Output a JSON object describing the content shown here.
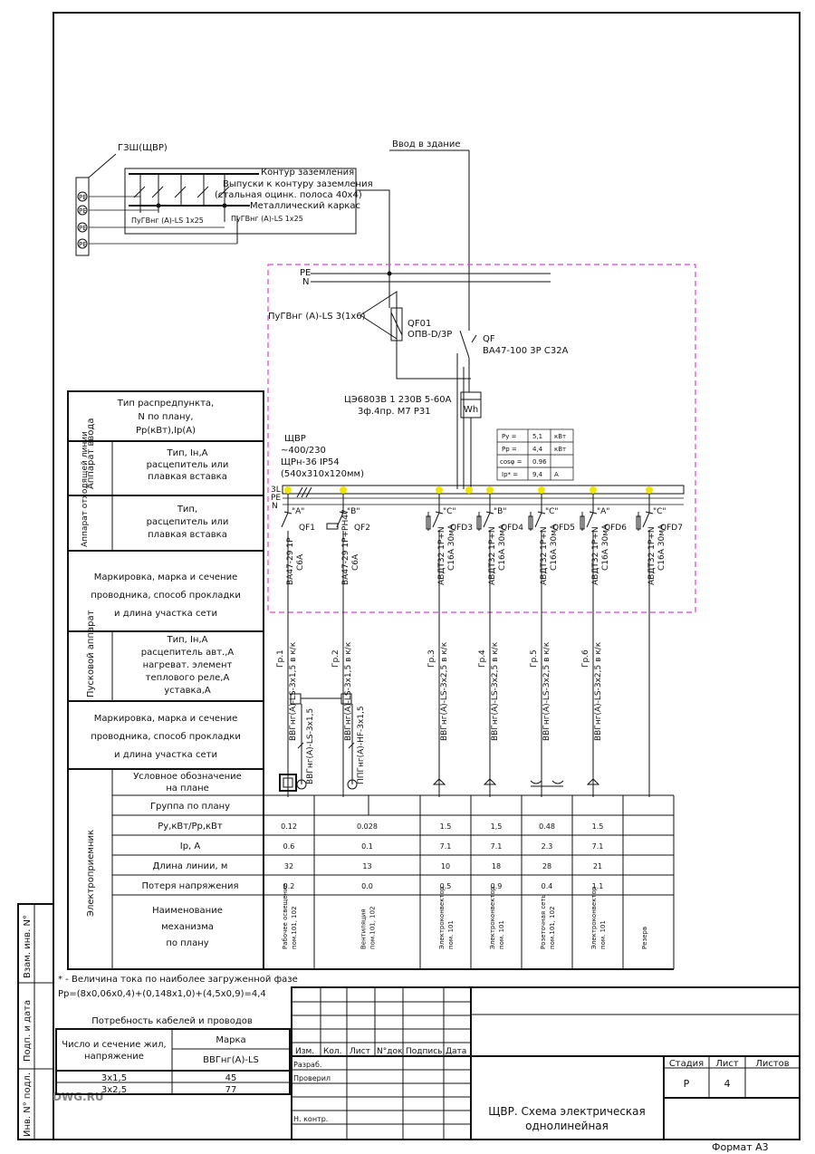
{
  "frame": {
    "format_label": "Формат А3",
    "watermark": "DWG.RU",
    "left_strip": [
      "Инв. N° подл.",
      "Подп. и дата",
      "Взам. инв. N°"
    ]
  },
  "grounding": {
    "title": "ГЗШ(ЩВР)",
    "contour": "Контур заземления",
    "outlets": "Выпуски к контуру заземления",
    "strip": "(стальная оцинк. полоса  40х4)",
    "frame": "Металлический каркас",
    "cable1": "ПуГВнг (А)-LS   1х25",
    "cable2": "ПуГВнг (А)-LS   1х25",
    "pe_labels": [
      "РЕ",
      "РЕ",
      "РЕ",
      "РЕ"
    ]
  },
  "input": {
    "building": "Ввод в здание",
    "pe": "PE",
    "n": "N",
    "surge_cable": "ПуГВнг (А)-LS  3(1х6)",
    "surge_id": "QF01",
    "surge_type": "ОПВ-D/3Р",
    "main_id": "QF",
    "main_type": "ВА47-100  3Р  С32А",
    "meter_line1": "ЦЭ6803В  1  230В  5-60А",
    "meter_line2": "3ф.4пр.  М7  Р31",
    "meter_symbol": "Wh"
  },
  "panel": {
    "name": "ЩВР",
    "voltage": "~400/230",
    "model": "ЩРн-36  IP54",
    "size": "(540х310х120мм)",
    "bus_labels": [
      "3L",
      "РЕ",
      "N"
    ],
    "params": [
      {
        "k": "Ру =",
        "v": "5,1",
        "u": "кВт"
      },
      {
        "k": "Рр =",
        "v": "4,4",
        "u": "кВт"
      },
      {
        "k": "cosφ =",
        "v": "0.96",
        "u": ""
      },
      {
        "k": "Iр* =",
        "v": "9,4",
        "u": "А"
      }
    ]
  },
  "left_table": {
    "head": [
      "Тип распредпункта,",
      "N по плану,",
      "Рр(кВт),Iр(А)"
    ],
    "input_group": "Аппарат ввода",
    "input_text": [
      "Тип,      Iн,А",
      "расцепитель или",
      "плавкая вставка"
    ],
    "out_group": "Аппарат отходящей линии",
    "out_text": [
      "Тип,",
      "расцепитель или",
      "плавкая вставка"
    ],
    "wire1": [
      "Маркировка, марка и сечение",
      "проводника, способ прокладки",
      "и длина участка сети"
    ],
    "start_group": "Пусковой аппарат",
    "start_text": [
      "Тип,  Iн,А",
      "расцепитель авт.,А",
      "нагреват. элемент",
      "теплового реле,А",
      "уставка,А"
    ],
    "wire2": [
      "Маркировка, марка и сечение",
      "проводника, способ прокладки",
      "и длина участка сети"
    ],
    "consumer_group": "Электроприемник",
    "symbol_label": [
      "Условное обозначение",
      "на плане"
    ],
    "rows": [
      "Группа по плану",
      "Ру,кВт/Рр,кВт",
      "Iр, А",
      "Длина линии, м",
      "Потеря напряжения"
    ],
    "name_label": [
      "Наименование",
      "механизма",
      "по плану"
    ]
  },
  "circuits": [
    {
      "phase": "\"А\"",
      "id": "QF1",
      "breaker": "ВА47-29  1Р",
      "rating": "С6А",
      "group": "Гр.1",
      "cable": "ВВГнг(А)-LS-3х1,5 в к/к",
      "p": "0.12",
      "i": "0.6",
      "len": "32",
      "loss": "0.2",
      "name": [
        "Рабочее освещение",
        "пом.101, 102"
      ]
    },
    {
      "phase": "\"В\"",
      "id": "QF2",
      "breaker": "ВА47-29  1Р+РН47",
      "rating": "С6А",
      "group": "Гр.2",
      "cable": "ВВГнг(А)-LS-3х1,5 в к/к",
      "p": "0.028",
      "i": "0.1",
      "len": "13",
      "loss": "0.0",
      "name": [
        "Вентиляция",
        "пом.101, 102"
      ],
      "sub1": "ВВГнг(А)-LS-3х1,5",
      "sub2": "ППГнг(А)-HF-3х1,5"
    },
    {
      "phase": "\"С\"",
      "id": "QFD3",
      "breaker": "АВДТ32 1Р+N",
      "rating": "С16А 30мА",
      "group": "Гр.3",
      "cable": "ВВГнг(А)-LS-3х2,5 в к/к",
      "p": "1.5",
      "i": "7.1",
      "len": "10",
      "loss": "0.5",
      "name": [
        "Электроконвектор",
        "пом. 101"
      ]
    },
    {
      "phase": "\"В\"",
      "id": "QFD4",
      "breaker": "АВДТ32 1Р+N",
      "rating": "С16А 30мА",
      "group": "Гр.4",
      "cable": "ВВГнг(А)-LS-3х2,5 в к/к",
      "p": "1,5",
      "i": "7.1",
      "len": "18",
      "loss": "0.9",
      "name": [
        "Электроконвектор",
        "пом. 101"
      ]
    },
    {
      "phase": "\"С\"",
      "id": "QFD5",
      "breaker": "АВДТ32 1Р+N",
      "rating": "С16А 30мА",
      "group": "Гр.5",
      "cable": "ВВГнг(А)-LS-3х2,5 в к/к",
      "p": "0.48",
      "i": "2.3",
      "len": "28",
      "loss": "0.4",
      "name": [
        "Розеточная сеть",
        "пом.101, 102"
      ]
    },
    {
      "phase": "\"А\"",
      "id": "QFD6",
      "breaker": "АВДТ32 1Р+N",
      "rating": "С16А 30мА",
      "group": "Гр.6",
      "cable": "ВВГнг(А)-LS-3х2,5 в к/к",
      "p": "1.5",
      "i": "7.1",
      "len": "21",
      "loss": "1.1",
      "name": [
        "Электроконвектор",
        "пом. 101"
      ]
    },
    {
      "phase": "\"С\"",
      "id": "QFD7",
      "breaker": "АВДТ32 1Р+N",
      "rating": "С16А 30мА",
      "group": "",
      "cable": "",
      "p": "",
      "i": "",
      "len": "",
      "loss": "",
      "name": [
        "Резерв"
      ]
    }
  ],
  "notes": {
    "note1": "* - Величина тока по наиболее загруженной фазе",
    "note2": "Рр=(8х0,06х0,4)+(0,148х1,0)+(4,5х0,9)=4,4"
  },
  "cables_table": {
    "title": "Потребность кабелей и проводов",
    "col1": [
      "Число и сечение жил,",
      "напряжение"
    ],
    "col2": "Марка",
    "brand": "ВВГнг(А)-LS",
    "rows": [
      {
        "size": "3х1,5",
        "qty": "45"
      },
      {
        "size": "3х2,5",
        "qty": "77"
      }
    ]
  },
  "title_block": {
    "cols": [
      "Изм.",
      "Кол.",
      "Лист",
      "N°док",
      "Подпись",
      "Дата"
    ],
    "roles": [
      "Разраб.",
      "Проверил",
      "Н. контр."
    ],
    "stage_h": "Стадия",
    "sheet_h": "Лист",
    "sheets_h": "Листов",
    "stage": "Р",
    "sheet": "4",
    "title": [
      "ЩВР. Схема электрическая",
      "однолинейная"
    ]
  }
}
